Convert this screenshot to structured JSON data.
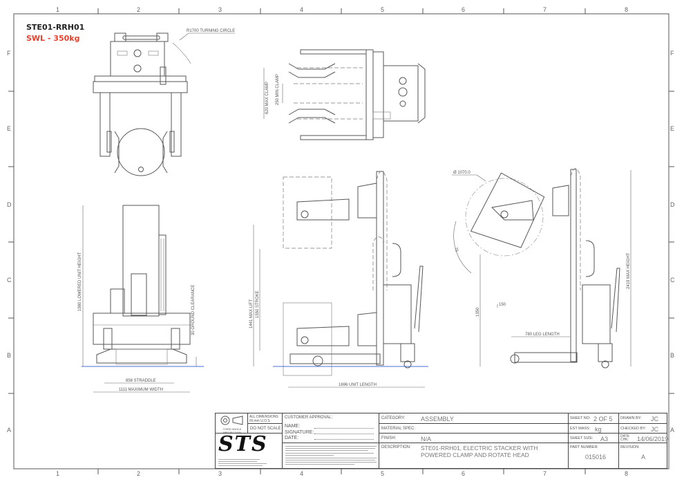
{
  "header": {
    "drawing_id": "STE01-RRH01",
    "swl": "SWL - 350kg"
  },
  "grid": {
    "columns": [
      "1",
      "2",
      "3",
      "4",
      "5",
      "6",
      "7",
      "8"
    ],
    "rows": [
      "F",
      "E",
      "D",
      "C",
      "B",
      "A"
    ]
  },
  "dimensions": {
    "turning_circle": "R1700 TURNING CIRCLE",
    "max_clamp": "620 MAX CLAMP",
    "min_clamp": "250 MIN CLAMP",
    "lowered_height": "1980 LOWERED UNIT HEIGHT",
    "ground_clearance": "30 GROUND CLEARANCE",
    "straddle": "858 STRADDLE",
    "max_width": "1111 MAXIMUM WIDTH",
    "max_lift": "1441 MAX LIFT",
    "stroke": "1550 STROKE",
    "unit_length": "1696 UNIT LENGTH",
    "rotation_diameter": "Ø 1070.0",
    "angle": "75",
    "offset": "150",
    "height_1350": "1350",
    "leg_length": "780 LEG LENGTH",
    "max_height": "2419 MAX HEIGHT"
  },
  "title_block": {
    "projection_label": "THIRD ANGLE PROJECTION",
    "all_dimensions": "ALL DIMENSIONS IN mm U.O.S",
    "do_not_scale": "DO NOT SCALE",
    "logo": "STS",
    "customer_approval": "CUSTOMER APPROVAL:",
    "name_label": "NAME:",
    "signature_label": "SIGNATURE:",
    "date_label": "DATE:",
    "category_label": "CATEGORY:",
    "category": "ASSEMBLY",
    "material_label": "MATERIAL SPEC:",
    "material": "",
    "finish_label": "FINISH:",
    "finish": "N/A",
    "description_label": "DESCRIPTION:",
    "description": "STE01-RRH01, ELECTRIC STACKER WITH POWERED CLAMP AND ROTATE HEAD",
    "sheet_no_label": "SHEET NO:",
    "sheet_no": "2 OF 5",
    "est_mass_label": "EST MASS:",
    "est_mass": "kg",
    "sheet_size_label": "SHEET SIZE:",
    "sheet_size": "A3",
    "part_number_label": "PART NUMBER:",
    "part_number": "015016",
    "drawn_by_label": "DRAWN BY:",
    "drawn_by": "JC",
    "checked_by_label": "CHECKED BY:",
    "checked_by": "JC",
    "date_chk_label": "DATE CHK:",
    "date_chk": "14/06/2019",
    "revision_label": "REVISION:",
    "revision": "A"
  },
  "colors": {
    "swl": "#e8412e",
    "ground_line": "#4a6fd8",
    "lines": "#555555"
  }
}
